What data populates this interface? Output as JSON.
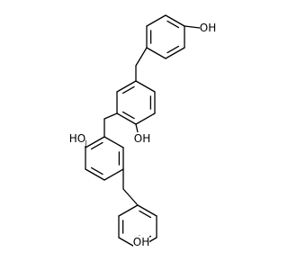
{
  "molecule": {
    "atom_labels": [
      {
        "id": "oh-top-right",
        "text": "OH"
      },
      {
        "id": "oh-middle-right",
        "text": "OH"
      },
      {
        "id": "oh-middle-left",
        "text": "HO"
      },
      {
        "id": "oh-bottom",
        "text": "OH"
      }
    ]
  },
  "colors": {
    "bond": "#000000",
    "background": "#ffffff"
  }
}
